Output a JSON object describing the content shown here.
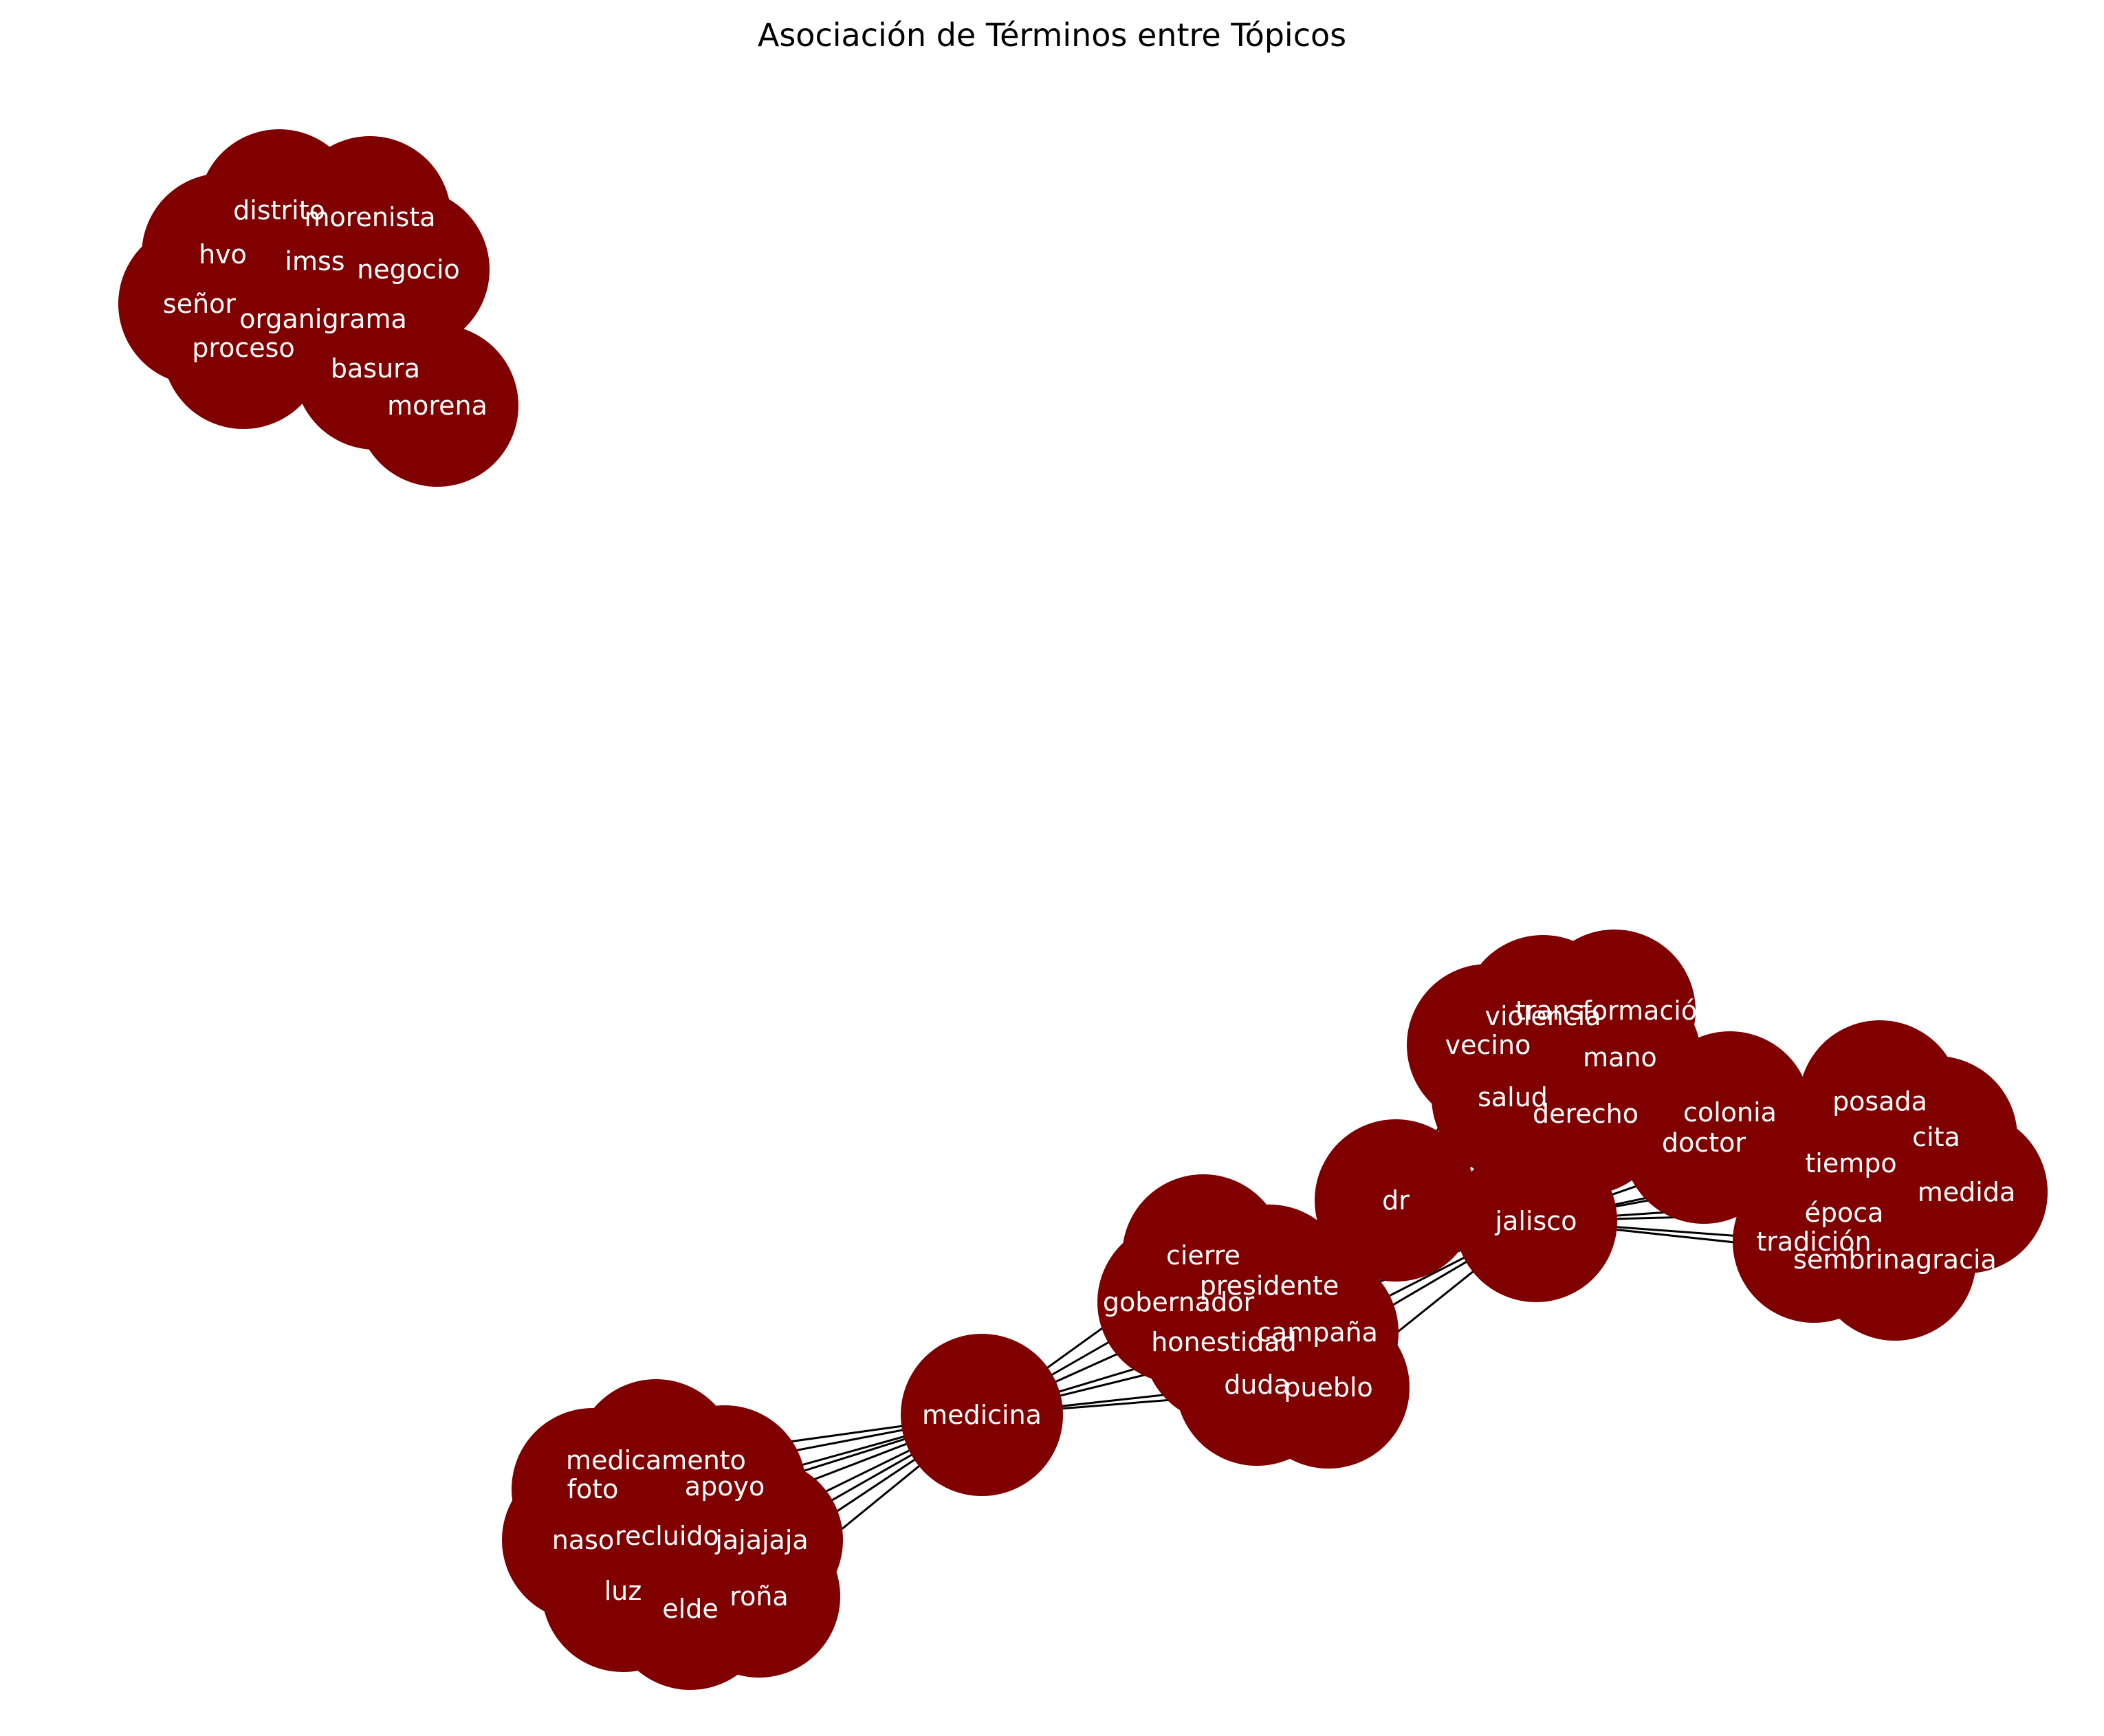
{
  "title": "Asociación de Términos entre Tópicos",
  "colors": {
    "node_fill": "#800000",
    "label": "#ffffff",
    "edge": "#000000",
    "background": "#ffffff"
  },
  "nodes": [
    {
      "id": "distrito",
      "label": "distrito"
    },
    {
      "id": "morenista",
      "label": "morenista"
    },
    {
      "id": "hvo",
      "label": "hvo"
    },
    {
      "id": "imss",
      "label": "imss"
    },
    {
      "id": "negocio",
      "label": "negocio"
    },
    {
      "id": "senor",
      "label": "señor"
    },
    {
      "id": "organigrama",
      "label": "organigrama"
    },
    {
      "id": "proceso",
      "label": "proceso"
    },
    {
      "id": "basura",
      "label": "basura"
    },
    {
      "id": "morena",
      "label": "morena"
    },
    {
      "id": "transformacion",
      "label": "transformación"
    },
    {
      "id": "violencia",
      "label": "violencia"
    },
    {
      "id": "vecino",
      "label": "vecino"
    },
    {
      "id": "mano",
      "label": "mano"
    },
    {
      "id": "salud",
      "label": "salud"
    },
    {
      "id": "derecho",
      "label": "derecho"
    },
    {
      "id": "colonia",
      "label": "colonia"
    },
    {
      "id": "doctor",
      "label": "doctor"
    },
    {
      "id": "posada",
      "label": "posada"
    },
    {
      "id": "cita",
      "label": "cita"
    },
    {
      "id": "tiempo",
      "label": "tiempo"
    },
    {
      "id": "medida",
      "label": "medida"
    },
    {
      "id": "epoca",
      "label": "época"
    },
    {
      "id": "tradicion",
      "label": "tradición"
    },
    {
      "id": "sembrinagracia",
      "label": "sembrinagracia"
    },
    {
      "id": "dr",
      "label": "dr"
    },
    {
      "id": "jalisco",
      "label": "jalisco"
    },
    {
      "id": "cierre",
      "label": "cierre"
    },
    {
      "id": "presidente",
      "label": "presidente"
    },
    {
      "id": "gobernador",
      "label": "gobernador"
    },
    {
      "id": "campana",
      "label": "campaña"
    },
    {
      "id": "honestidad",
      "label": "honestidad"
    },
    {
      "id": "duda",
      "label": "duda"
    },
    {
      "id": "pueblo",
      "label": "pueblo"
    },
    {
      "id": "medicina",
      "label": "medicina"
    },
    {
      "id": "medicamento",
      "label": "medicamento"
    },
    {
      "id": "foto",
      "label": "foto"
    },
    {
      "id": "apoyo",
      "label": "apoyo"
    },
    {
      "id": "naso",
      "label": "naso"
    },
    {
      "id": "recluido",
      "label": "recluido"
    },
    {
      "id": "jajajaja",
      "label": "jajajaja"
    },
    {
      "id": "luz",
      "label": "luz"
    },
    {
      "id": "elde",
      "label": "elde"
    },
    {
      "id": "rona",
      "label": "roña"
    }
  ],
  "edges": [
    [
      "medicina",
      "medicamento"
    ],
    [
      "medicina",
      "foto"
    ],
    [
      "medicina",
      "apoyo"
    ],
    [
      "medicina",
      "naso"
    ],
    [
      "medicina",
      "recluido"
    ],
    [
      "medicina",
      "jajajaja"
    ],
    [
      "medicina",
      "luz"
    ],
    [
      "medicina",
      "elde"
    ],
    [
      "medicina",
      "rona"
    ],
    [
      "medicina",
      "cierre"
    ],
    [
      "medicina",
      "presidente"
    ],
    [
      "medicina",
      "gobernador"
    ],
    [
      "medicina",
      "campana"
    ],
    [
      "medicina",
      "honestidad"
    ],
    [
      "medicina",
      "duda"
    ],
    [
      "medicina",
      "pueblo"
    ],
    [
      "jalisco",
      "cierre"
    ],
    [
      "jalisco",
      "presidente"
    ],
    [
      "jalisco",
      "gobernador"
    ],
    [
      "jalisco",
      "campana"
    ],
    [
      "jalisco",
      "honestidad"
    ],
    [
      "jalisco",
      "duda"
    ],
    [
      "jalisco",
      "pueblo"
    ],
    [
      "jalisco",
      "dr"
    ],
    [
      "jalisco",
      "transformacion"
    ],
    [
      "jalisco",
      "violencia"
    ],
    [
      "jalisco",
      "vecino"
    ],
    [
      "jalisco",
      "mano"
    ],
    [
      "jalisco",
      "salud"
    ],
    [
      "jalisco",
      "derecho"
    ],
    [
      "jalisco",
      "colonia"
    ],
    [
      "jalisco",
      "doctor"
    ],
    [
      "jalisco",
      "posada"
    ],
    [
      "jalisco",
      "cita"
    ],
    [
      "jalisco",
      "tiempo"
    ],
    [
      "jalisco",
      "medida"
    ],
    [
      "jalisco",
      "epoca"
    ],
    [
      "jalisco",
      "tradicion"
    ],
    [
      "jalisco",
      "sembrinagracia"
    ],
    [
      "dr",
      "transformacion"
    ],
    [
      "dr",
      "violencia"
    ],
    [
      "dr",
      "vecino"
    ],
    [
      "dr",
      "mano"
    ],
    [
      "dr",
      "salud"
    ],
    [
      "dr",
      "derecho"
    ]
  ]
}
